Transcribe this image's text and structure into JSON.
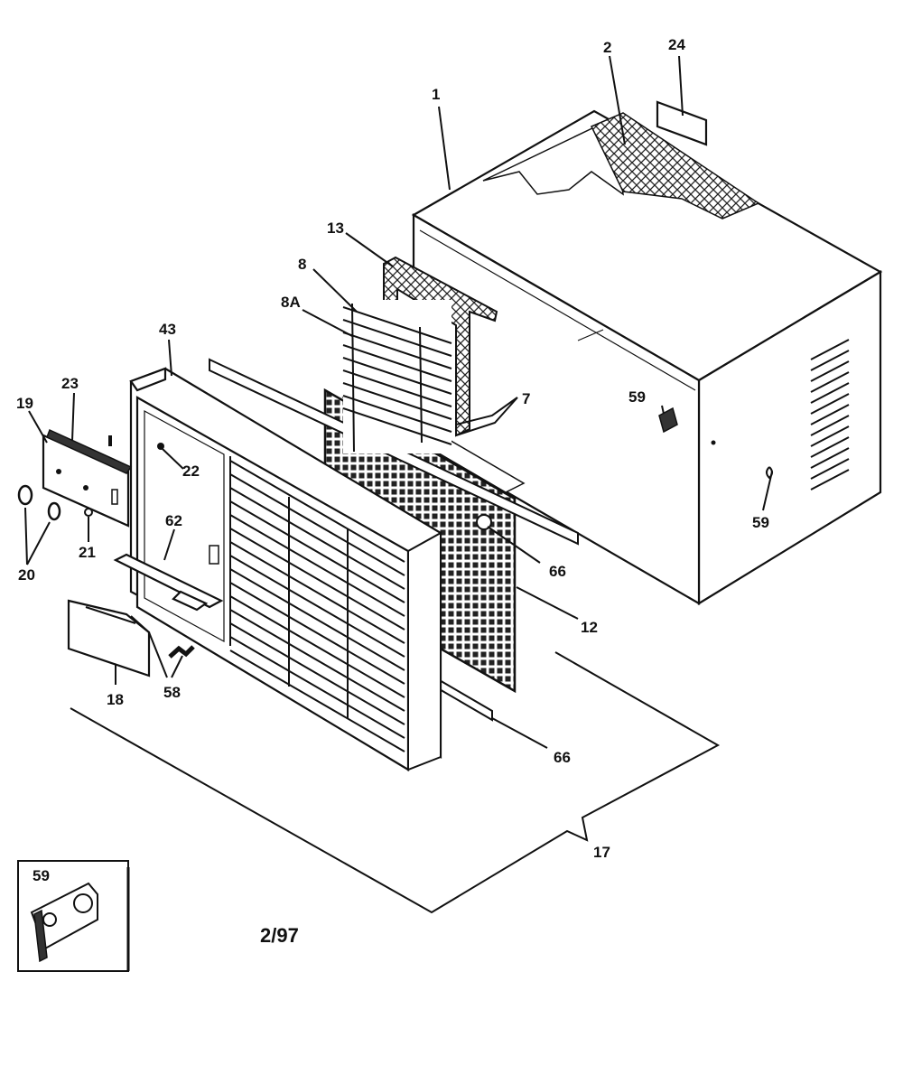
{
  "diagram": {
    "callouts": {
      "c1": "1",
      "c2": "2",
      "c24": "24",
      "c13": "13",
      "c8": "8",
      "c8a": "8A",
      "c7": "7",
      "c43": "43",
      "c23": "23",
      "c19": "19",
      "c22": "22",
      "c62": "62",
      "c20": "20",
      "c21": "21",
      "c18": "18",
      "c58": "58",
      "c59a": "59",
      "c59b": "59",
      "c66a": "66",
      "c12": "12",
      "c66b": "66",
      "c17": "17",
      "c59inset": "59"
    },
    "revision_date": "2/97"
  }
}
